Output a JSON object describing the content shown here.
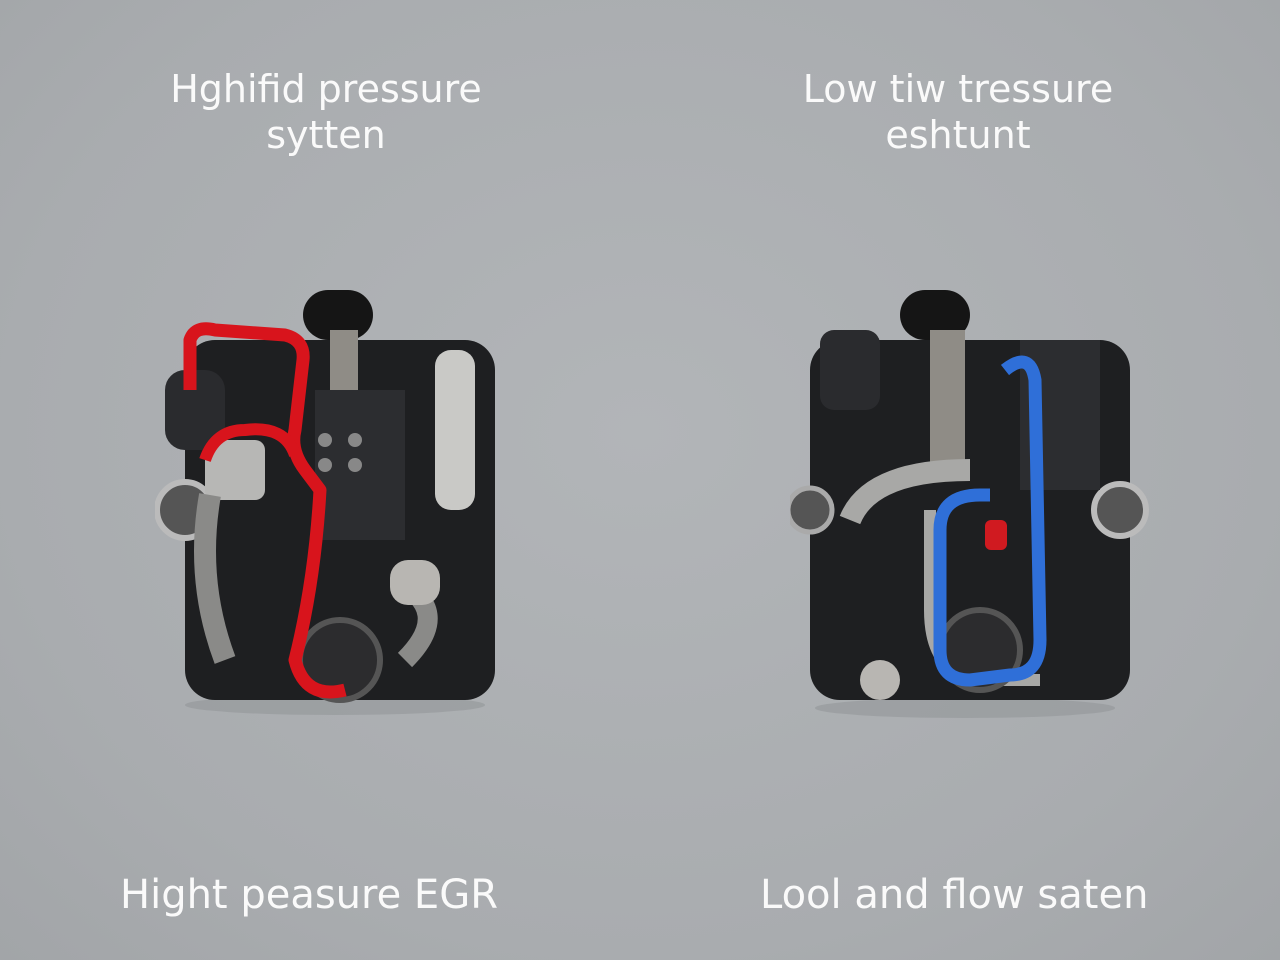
{
  "panels": [
    {
      "title_line1": "Hghifid pressure",
      "title_line2": "sytten",
      "caption": "Hight peasure EGR",
      "pipe_color": "#d8141c"
    },
    {
      "title_line1": "Low tiw tressure",
      "title_line2": "eshtunt",
      "caption": "Lool and flow saten",
      "pipe_color": "#2f6fd8"
    }
  ]
}
